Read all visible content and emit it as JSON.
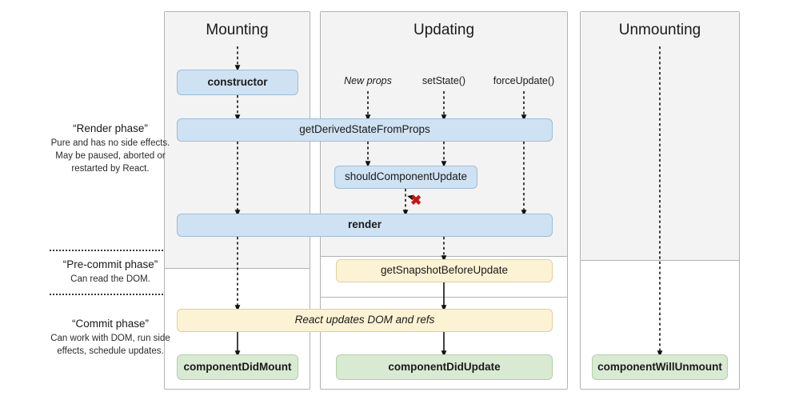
{
  "diagram": {
    "title": "React component lifecycle diagram",
    "colors": {
      "blue_fill": "#cfe2f3",
      "blue_border": "#9dbcd4",
      "yellow_fill": "#fcf3d4",
      "yellow_border": "#dfcf9c",
      "green_fill": "#d9ead3",
      "green_border": "#b2cfa6",
      "column_shade": "#f3f3f3",
      "column_border": "#b3b3b3",
      "arrow": "#111111",
      "abort_mark": "#cc1111"
    }
  },
  "phases": [
    {
      "id": "render-phase",
      "title": "“Render phase”",
      "description": "Pure and has no side effects. May be paused, aborted or restarted by React."
    },
    {
      "id": "pre-commit-phase",
      "title": "“Pre-commit phase”",
      "description": "Can read the DOM."
    },
    {
      "id": "commit-phase",
      "title": "“Commit phase”",
      "description": "Can work with DOM, run side effects, schedule updates."
    }
  ],
  "columns": [
    {
      "id": "mounting",
      "title": "Mounting"
    },
    {
      "id": "updating",
      "title": "Updating"
    },
    {
      "id": "unmounting",
      "title": "Unmounting"
    }
  ],
  "triggers": [
    {
      "id": "new-props",
      "label": "New props",
      "style": "italic"
    },
    {
      "id": "set-state",
      "label": "setState()",
      "style": "normal"
    },
    {
      "id": "force-update",
      "label": "forceUpdate()",
      "style": "normal"
    }
  ],
  "nodes": {
    "constructor": {
      "label": "constructor",
      "color": "blue",
      "weight": "bold"
    },
    "get_derived_state_from_props": {
      "label": "getDerivedStateFromProps",
      "color": "blue",
      "weight": "normal"
    },
    "should_component_update": {
      "label": "shouldComponentUpdate",
      "color": "blue",
      "weight": "normal"
    },
    "render": {
      "label": "render",
      "color": "blue",
      "weight": "bold"
    },
    "get_snapshot_before_update": {
      "label": "getSnapshotBeforeUpdate",
      "color": "yellow",
      "weight": "normal"
    },
    "react_updates_dom": {
      "label": "React updates DOM and refs",
      "color": "yellow",
      "weight": "italic"
    },
    "component_did_mount": {
      "label": "componentDidMount",
      "color": "green",
      "weight": "bold"
    },
    "component_did_update": {
      "label": "componentDidUpdate",
      "color": "green",
      "weight": "bold"
    },
    "component_will_unmount": {
      "label": "componentWillUnmount",
      "color": "green",
      "weight": "bold"
    }
  },
  "annotations": {
    "abort_mark": "✖"
  }
}
